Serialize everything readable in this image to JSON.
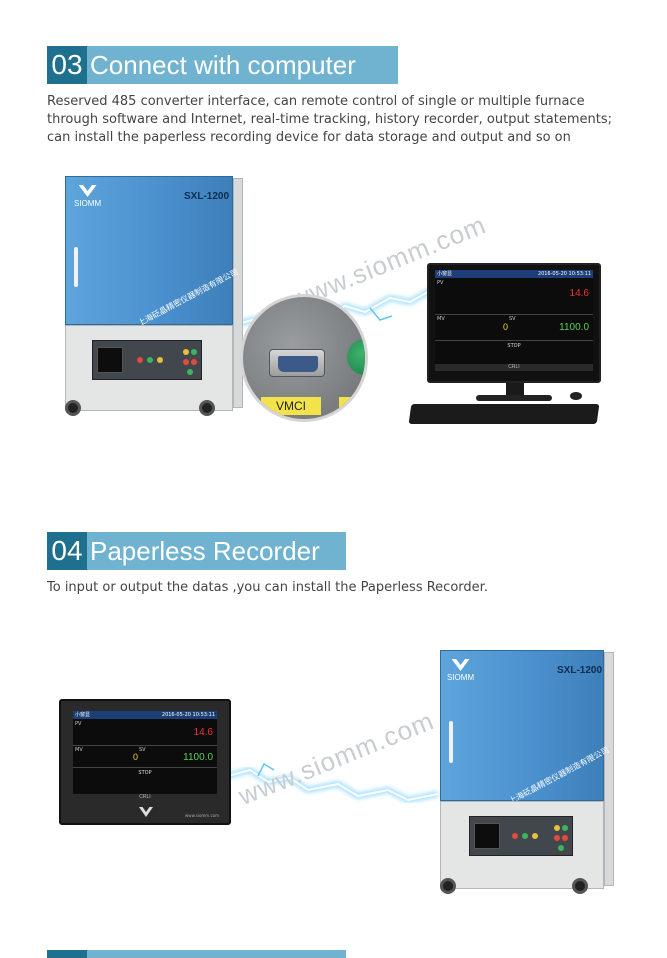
{
  "sections": [
    {
      "number": "03",
      "title": "Connect with computer",
      "description": "Reserved 485 converter interface, can remote control of single or multiple furnace through software and Internet, real-time tracking, history recorder, output statements; can install the paperless recording device for data storage and output and so on"
    },
    {
      "number": "04",
      "title": "Paperless Recorder",
      "description": "To input or output the datas ,you can install the Paperless Recorder."
    }
  ],
  "furnace": {
    "brand": "SIOMM",
    "model": "SXL-1200",
    "chinese_name": "上海砭晶精密仪器制造有限公司"
  },
  "connector": {
    "label": "VMCI"
  },
  "display": {
    "header_left": "小窗显",
    "header_right": "2016-05-20 10:53:11",
    "pv_label": "PV",
    "pv_value": "14.6",
    "mv_label": "MV",
    "mv_value": "0",
    "sv_label": "SV",
    "sv_value": "1100.0",
    "status": "STOP",
    "button": "CRLI"
  },
  "recorder": {
    "url": "www.siomm.com"
  },
  "watermark": "www.siomm.com",
  "colors": {
    "header_dark": "#1f6f8f",
    "header_light": "#6fb3d1",
    "furnace_blue": "#4a8fcd",
    "lightning": "#5bc7f0"
  }
}
